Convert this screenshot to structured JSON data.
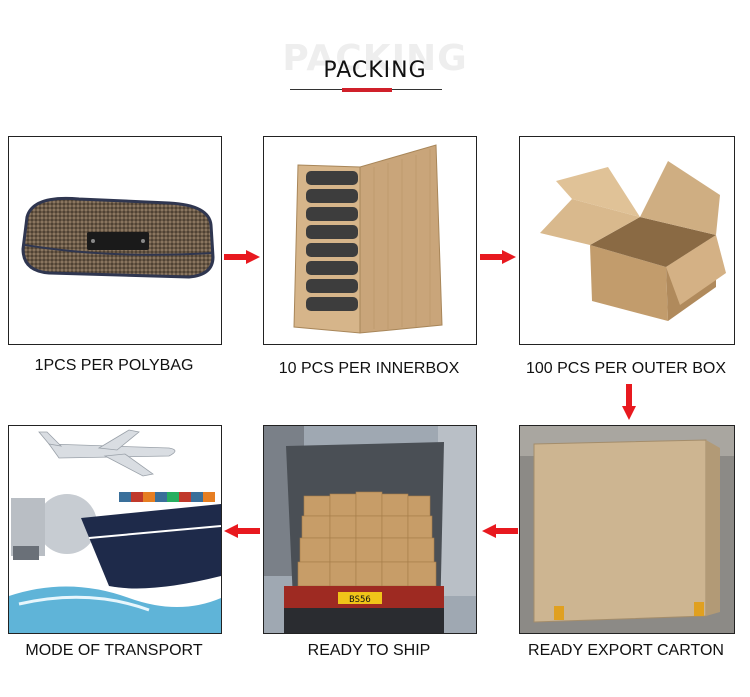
{
  "header": {
    "ghost_text": "PACKING",
    "title": "PACKING"
  },
  "steps": [
    {
      "caption": "1PCS PER POLYBAG"
    },
    {
      "caption": "10 PCS PER INNERBOX"
    },
    {
      "caption": "100 PCS PER OUTER BOX"
    },
    {
      "caption": "READY EXPORT CARTON"
    },
    {
      "caption": "READY TO SHIP"
    },
    {
      "caption": "MODE OF TRANSPORT"
    }
  ],
  "truck_plate": "BS56",
  "colors": {
    "accent": "#d0202a",
    "arrow": "#e8191f",
    "cardboard": "#c9a57a"
  },
  "icons": [
    "arrow-right-icon",
    "arrow-down-icon",
    "arrow-left-icon"
  ]
}
